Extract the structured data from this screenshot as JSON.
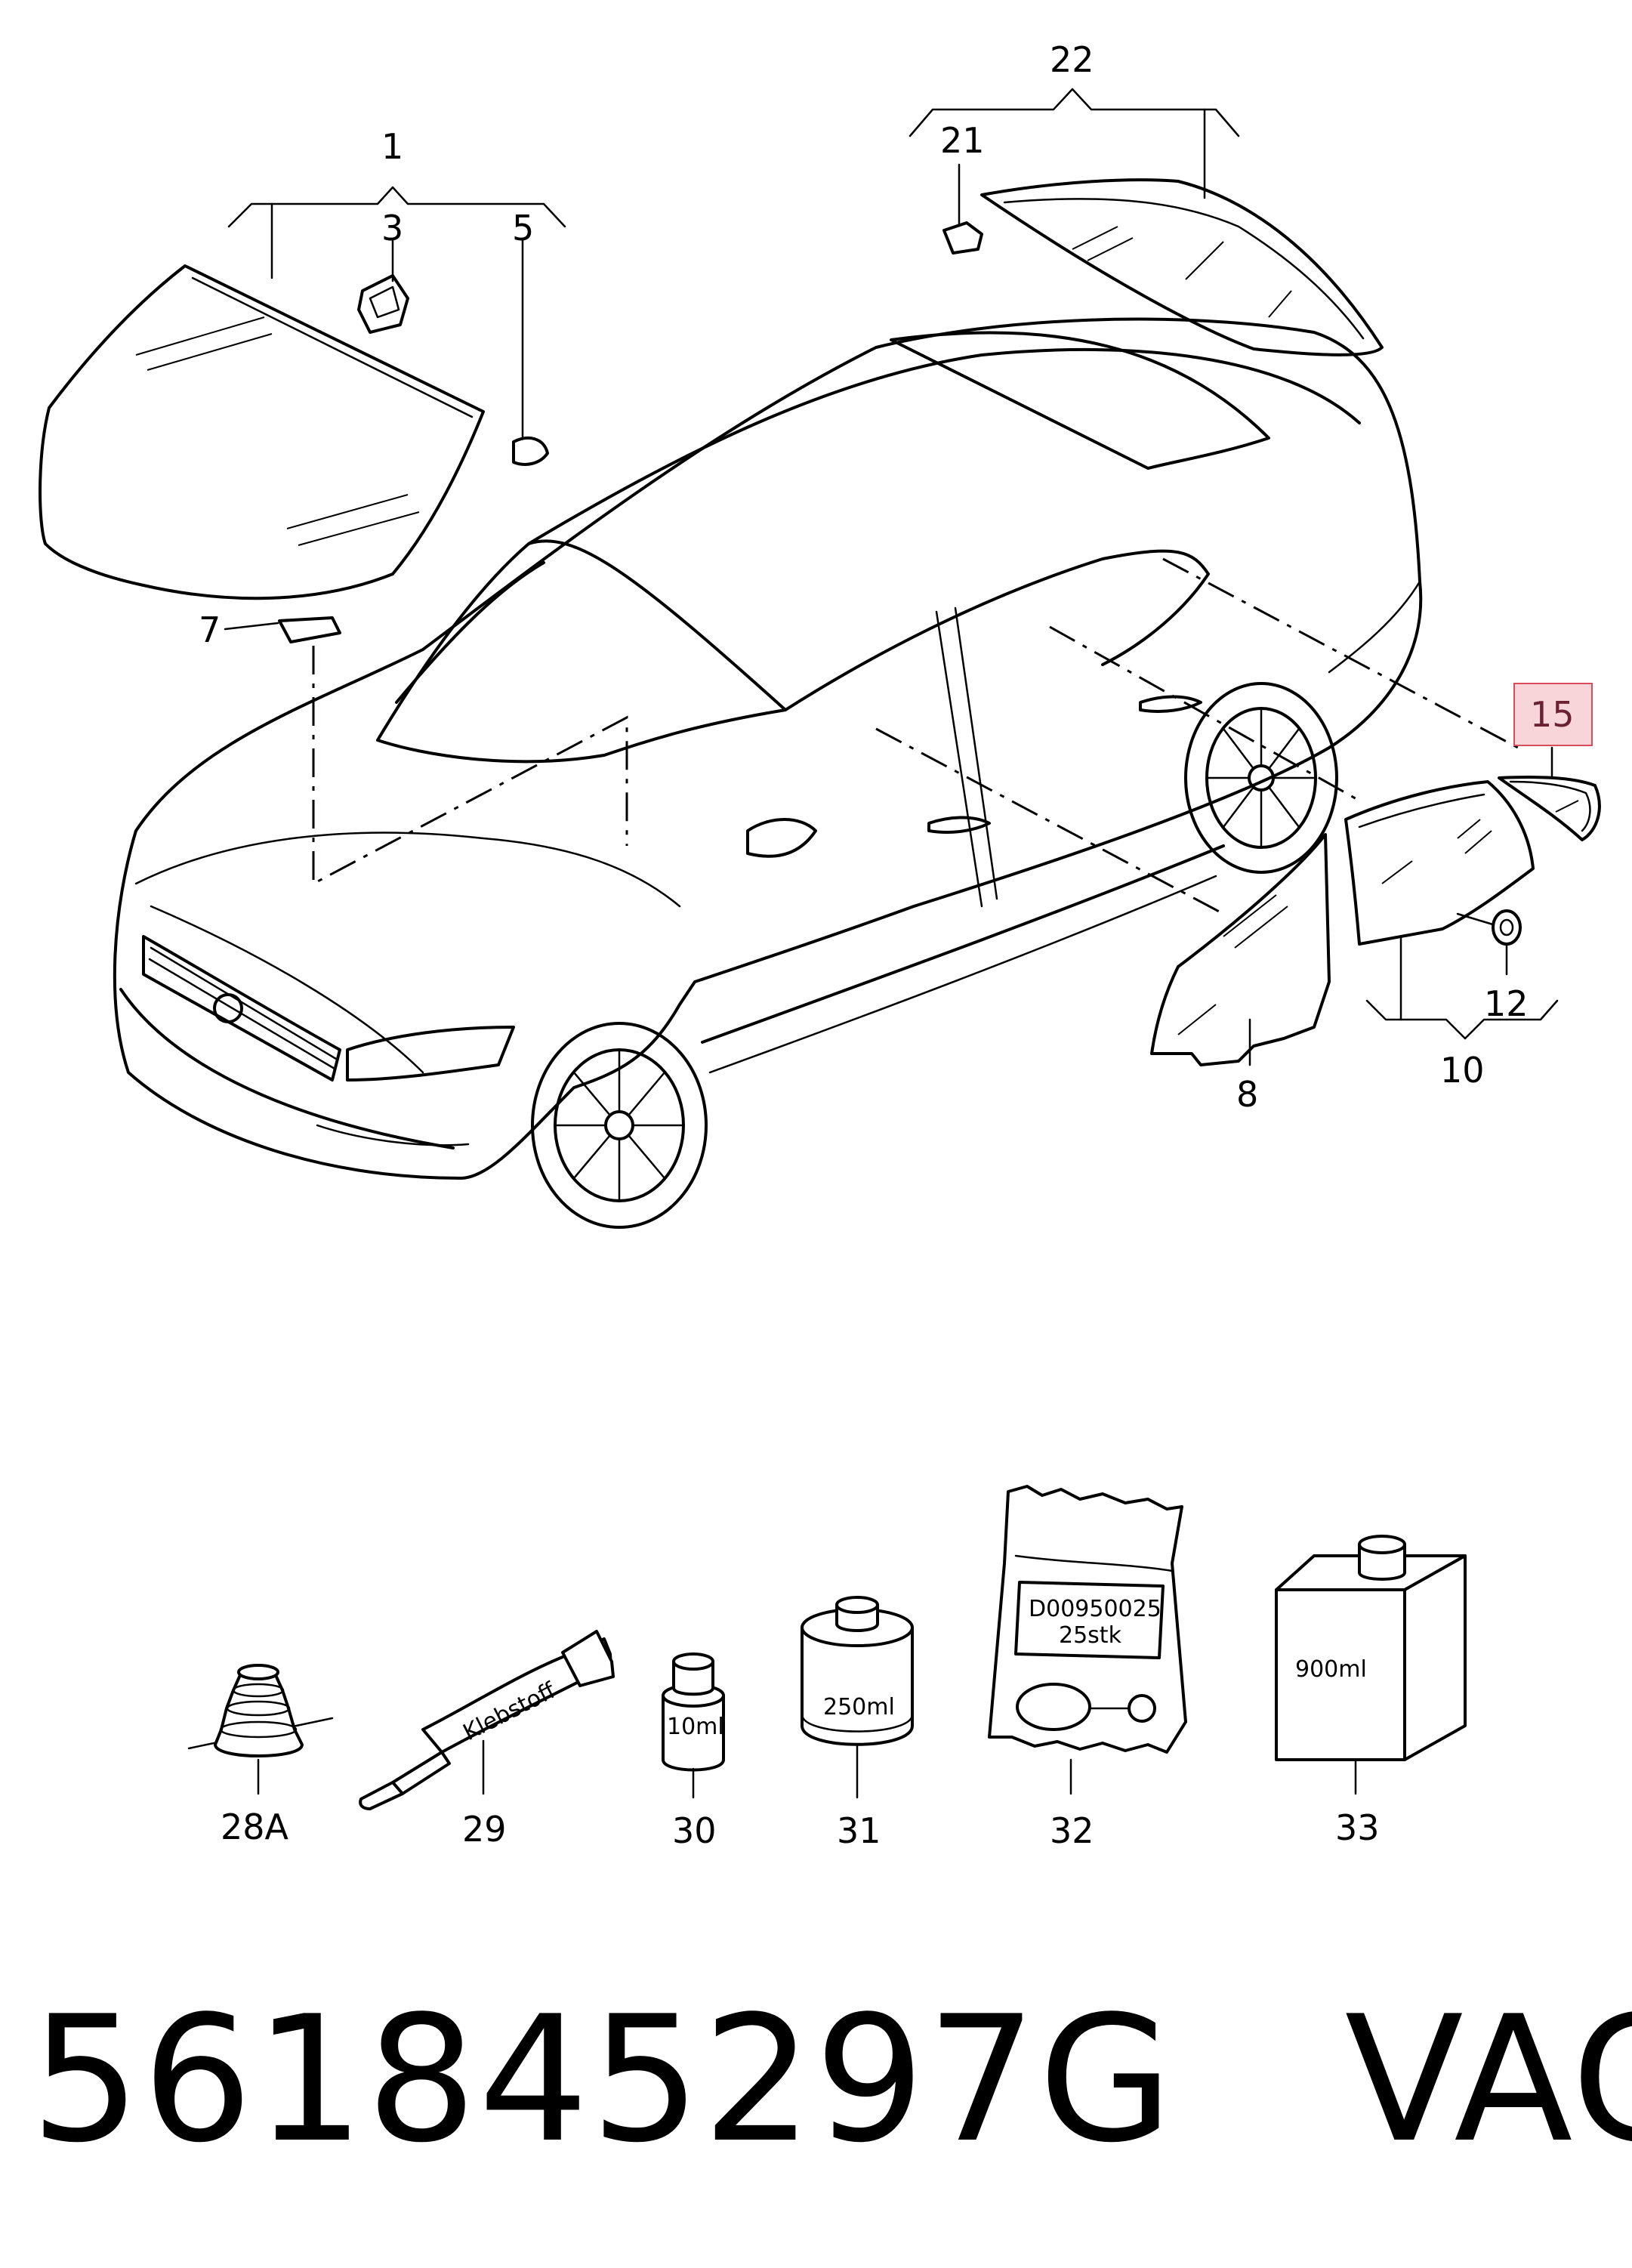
{
  "callouts": {
    "c1": "1",
    "c3": "3",
    "c5": "5",
    "c7": "7",
    "c8": "8",
    "c10": "10",
    "c12": "12",
    "c15": "15",
    "c21": "21",
    "c22": "22",
    "c28a": "28A",
    "c29": "29",
    "c30": "30",
    "c31": "31",
    "c32": "32",
    "c33": "33"
  },
  "highlight_color": "#f8d5d8",
  "highlight_border": "#d94c5c",
  "product_labels": {
    "tube": "Klebstoff",
    "bottle_small": "10ml",
    "can": "250ml",
    "bag_code": "D00950025",
    "bag_qty": "25stk",
    "canister": "900ml"
  },
  "footer": {
    "part_number": "561845297G",
    "brand": "VAG"
  }
}
